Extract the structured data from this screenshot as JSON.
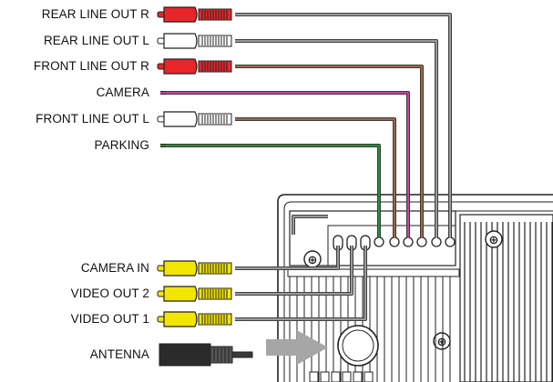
{
  "connectors": [
    {
      "id": "rear-line-out-r",
      "label": "REAR LINE OUT R",
      "plug": "rca",
      "color": "#e8262a"
    },
    {
      "id": "rear-line-out-l",
      "label": "REAR LINE OUT L",
      "plug": "rca",
      "color": "#ffffff"
    },
    {
      "id": "front-line-out-r",
      "label": "FRONT LINE OUT R",
      "plug": "rca",
      "color": "#e8262a"
    },
    {
      "id": "camera",
      "label": "CAMERA",
      "plug": "wire",
      "color": "#c2469e"
    },
    {
      "id": "front-line-out-l",
      "label": "FRONT LINE OUT L",
      "plug": "rca",
      "color": "#ffffff"
    },
    {
      "id": "parking",
      "label": "PARKING",
      "plug": "wire",
      "color": "#2e8b3e"
    },
    {
      "id": "camera-in",
      "label": "CAMERA IN",
      "plug": "rca",
      "color": "#f2e600"
    },
    {
      "id": "video-out-2",
      "label": "VIDEO OUT 2",
      "plug": "rca",
      "color": "#f2e600"
    },
    {
      "id": "video-out-1",
      "label": "VIDEO OUT 1",
      "plug": "rca",
      "color": "#f2e600"
    },
    {
      "id": "antenna",
      "label": "ANTENNA",
      "plug": "antenna",
      "color": "#2b2b2b"
    }
  ],
  "wire_colors": {
    "grey": "#9a9a9a",
    "brown": "#a0674a",
    "pink": "#c2469e",
    "green": "#2e8b3e"
  },
  "arrow_color": "#a6a6a6"
}
